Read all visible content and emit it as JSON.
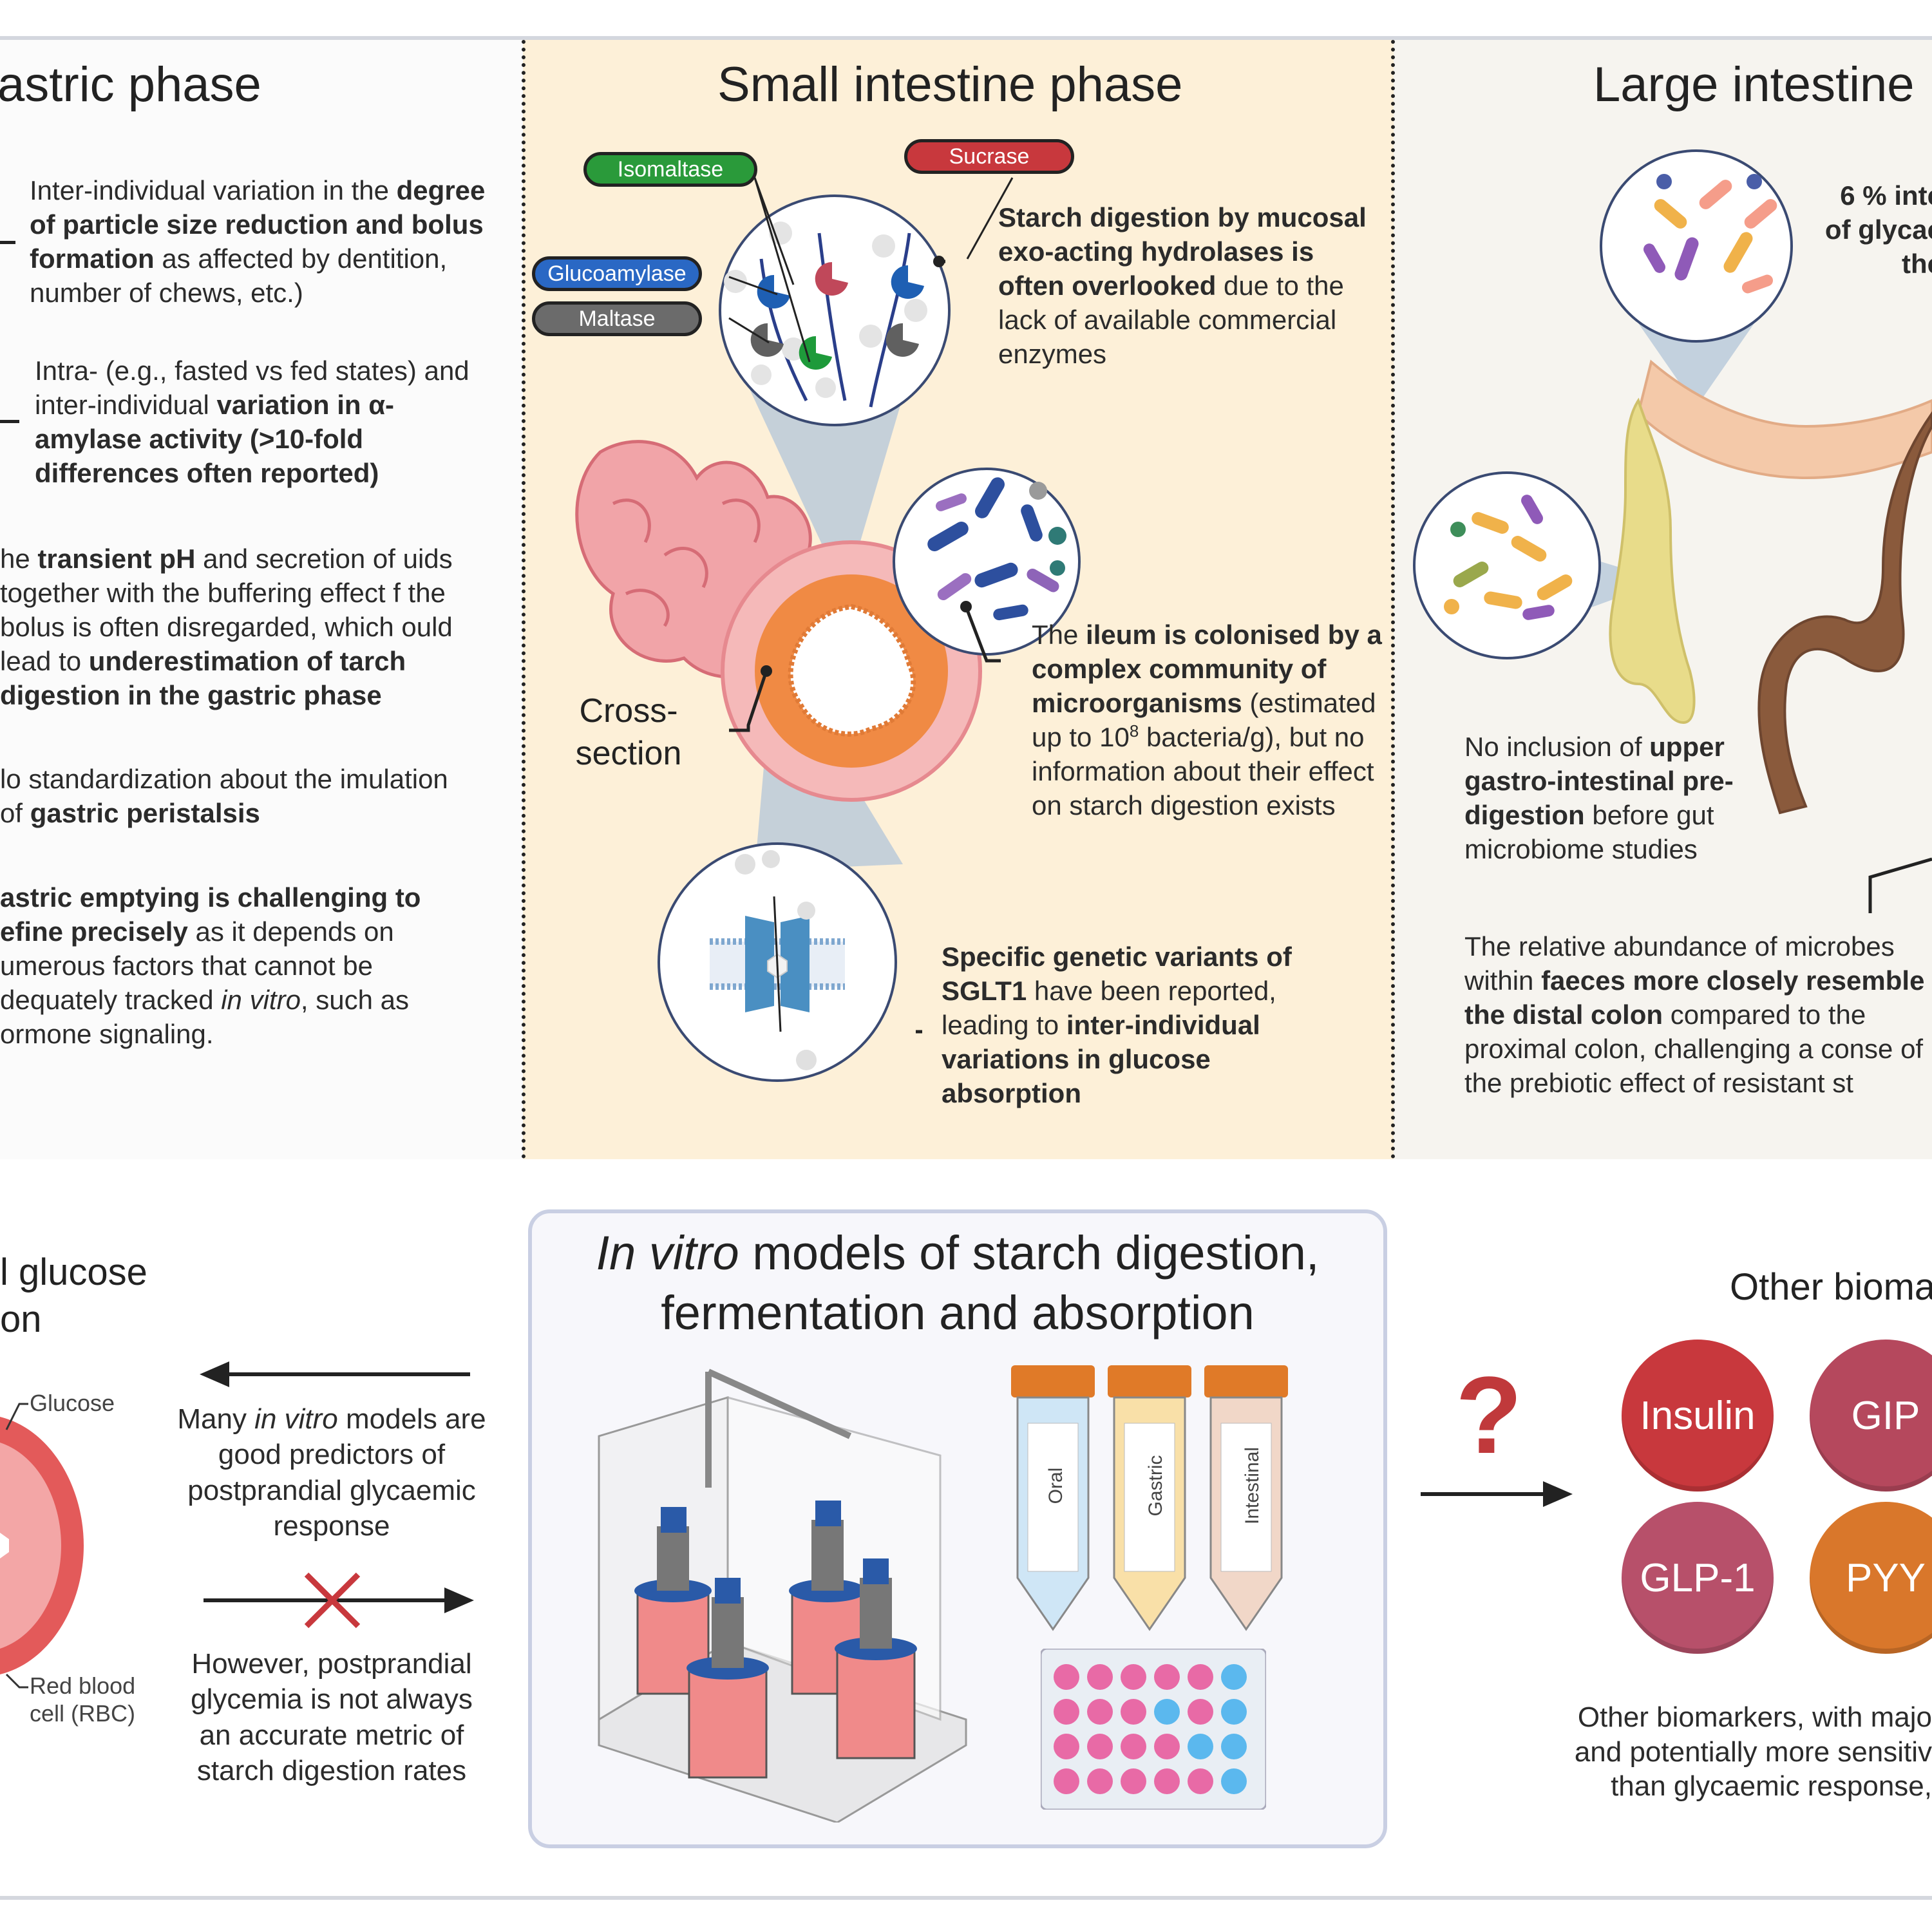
{
  "colors": {
    "small_intestine_bg": "#fdf0d8",
    "large_intestine_bg": "#f6f4ef",
    "gastric_bg": "#fbfbfb",
    "insulin": "#c8383d",
    "gip": "#b5485d",
    "glp1": "#b7506a",
    "pyy": "#d9772b",
    "question": "#c0393b"
  },
  "gastric": {
    "title": "astric phase",
    "p1": {
      "a": "Inter-individual variation in the ",
      "b": "degree of particle size reduction and bolus formation",
      "c": " as affected by dentition, number of chews, etc.)"
    },
    "p2": {
      "a": "Intra- (e.g., fasted vs fed states) and inter-individual ",
      "b": "variation in α-amylase activity (>10-fold differences often reported)"
    },
    "p3": {
      "a": "he ",
      "b": "transient pH",
      "c": " and secretion of uids together with the buffering effect f the bolus is often disregarded, which ould lead to ",
      "d": "underestimation of tarch digestion in the gastric phase"
    },
    "p4": {
      "a": "lo standardization about the imulation of ",
      "b": "gastric peristalsis"
    },
    "p5": {
      "a": "astric emptying is challenging to efine precisely",
      "b": " as it depends on umerous factors that cannot be dequately tracked ",
      "c": "in vitro",
      "d": ", such as ormone signaling."
    }
  },
  "small": {
    "title": "Small intestine phase",
    "enzymes": [
      "Isomaltase",
      "Sucrase",
      "Glucoamylase",
      "Maltase"
    ],
    "c1": {
      "a": "Starch digestion by mucosal exo-acting hydrolases is often overlooked",
      "b": " due to the lack of available commercial enzymes"
    },
    "c2": {
      "a": "The ",
      "b": "ileum is colonised by a complex community of microorganisms",
      "c": " (estimated up to 10",
      "sup": "8",
      "d": " bacteria/g), but no information about their effect on starch digestion exists"
    },
    "cross": "Cross-\nsection",
    "c3": {
      "a": "Specific genetic variants of SGLT1",
      "b": " have been reported, leading to ",
      "c": "inter-individual variations in glucose absorption"
    }
  },
  "large": {
    "title": "Large intestine",
    "c1": {
      "a": "6 % inte",
      "b": "of glycae",
      "c": "the"
    },
    "c2": {
      "a": "No inclusion of ",
      "b": "upper gastro-intestinal pre-digestion",
      "c": " before gut microbiome studies"
    },
    "c3": {
      "a": "The relative abundance of microbes within ",
      "b": "faeces more closely resemble the distal colon",
      "c": " compared to the proximal colon, challenging a conse of the prebiotic effect of resistant st"
    }
  },
  "bottom": {
    "glucose_title": "l glucose\non",
    "glucose_label": "Glucose",
    "rbc_label": "Red blood\ncell (RBC)",
    "arrow1": {
      "a": "Many ",
      "b": "in vitro",
      "c": " models are good predictors of postprandial glycaemic response"
    },
    "arrow2": "However, postprandial glycemia is not always an accurate metric of starch digestion rates",
    "invitro_title_it": "In vitro",
    "invitro_title_rest": " models of starch digestion,",
    "invitro_title2": "fermentation and absorption",
    "tubes": [
      "Oral",
      "Gastric",
      "Intestinal"
    ],
    "question": "?",
    "other_title": "Other bioma",
    "biomarkers": [
      "Insulin",
      "GIP",
      "GLP-1",
      "PYY"
    ],
    "other_text": "Other biomarkers, with majo\nand potentially more sensitiv\nthan glycaemic response,"
  }
}
